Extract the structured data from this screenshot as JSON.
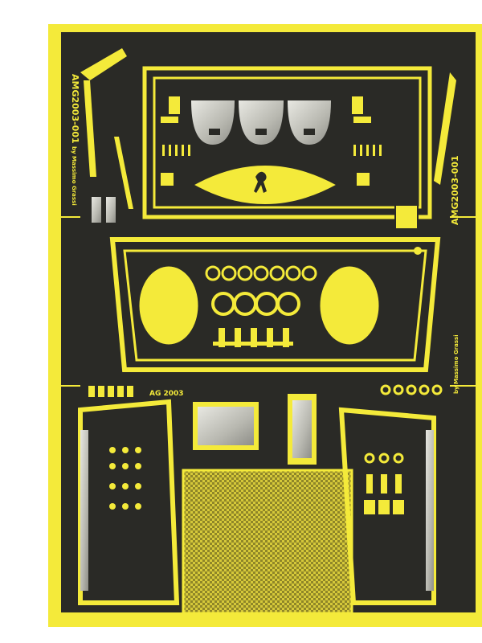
{
  "sheet": {
    "code_left": "AMG2003-001",
    "byline_left": "by Massimo Grassi",
    "code_right": "AMG2003-001",
    "byline_right": "by Massimo Grassi",
    "center_mark": "AG 2003"
  },
  "colors": {
    "paper": "#f4ea3a",
    "metal": "#2a2a26",
    "etched_silver": "#c9c9c0",
    "background": "#ffffff"
  }
}
